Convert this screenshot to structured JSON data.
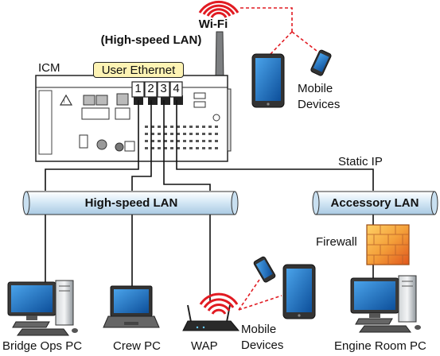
{
  "wifi": {
    "title": "Wi-Fi",
    "subtitle": "(High-speed LAN)"
  },
  "icm": {
    "label": "ICM",
    "user_ethernet_label": "User Ethernet",
    "ports": [
      "1",
      "2",
      "3",
      "4"
    ]
  },
  "static_ip_label": "Static IP",
  "buses": {
    "high_speed_lan": "High-speed LAN",
    "accessory_lan": "Accessory LAN"
  },
  "firewall_label": "Firewall",
  "devices": {
    "top_mobile": [
      "Mobile",
      "Devices"
    ],
    "bottom_mobile": [
      "Mobile",
      "Devices"
    ],
    "bridge_ops_pc": "Bridge Ops PC",
    "crew_pc": "Crew PC",
    "wap": "WAP",
    "engine_room_pc": "Engine Room PC"
  },
  "colors": {
    "wifi_signal": "#e11b22",
    "bus_fill": "#dcecf6",
    "screen_blue": "#1f6fc0",
    "firewall_orange": "#f08a24",
    "label_box": "#fdf3b4"
  }
}
